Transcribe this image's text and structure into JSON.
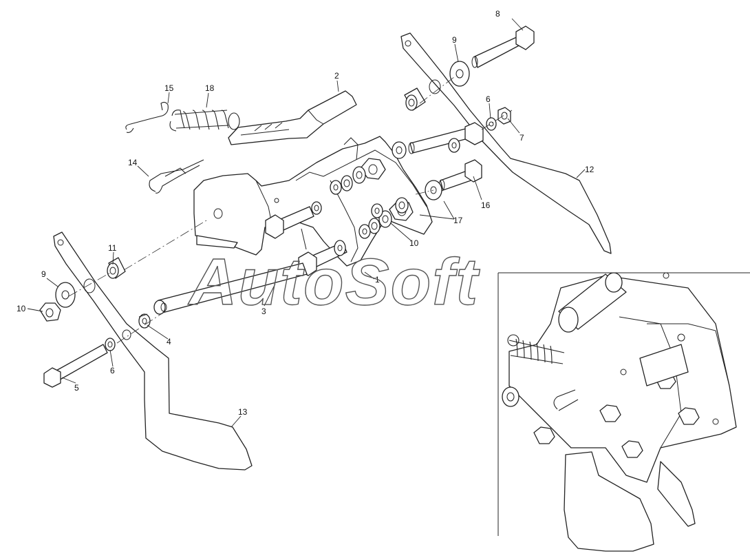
{
  "watermark": "AutoSoft",
  "callouts": {
    "c1": "1",
    "c2": "2",
    "c3": "3",
    "c4": "4",
    "c5": "5",
    "c6a": "6",
    "c6b": "6",
    "c7": "7",
    "c8": "8",
    "c9a": "9",
    "c9b": "9",
    "c10a": "10",
    "c10b": "10",
    "c11": "11",
    "c12": "12",
    "c13": "13",
    "c14": "14",
    "c15": "15",
    "c16": "16",
    "c17": "17",
    "c18": "18"
  }
}
